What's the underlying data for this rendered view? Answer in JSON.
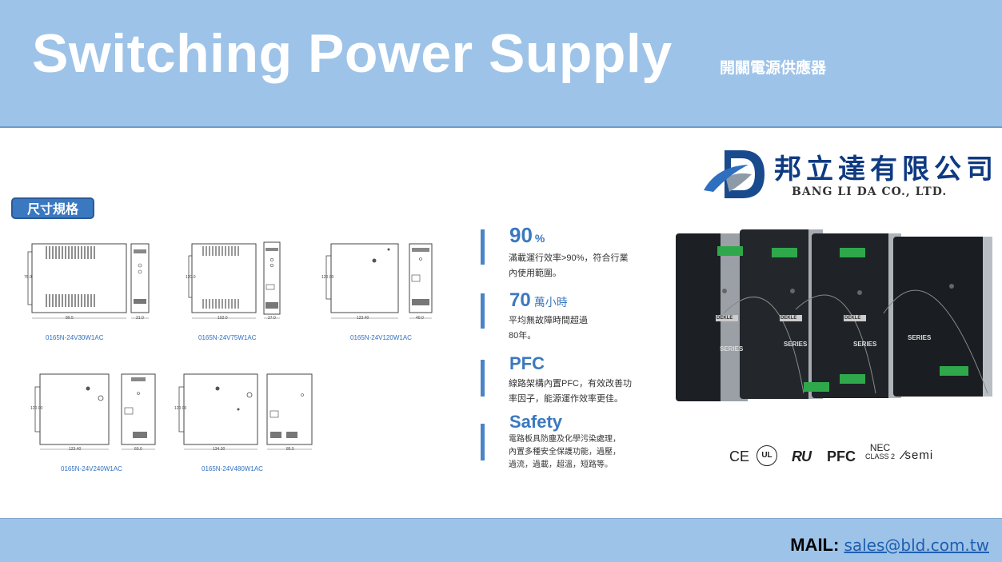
{
  "header": {
    "title": "Switching Power Supply",
    "subtitle": "開關電源供應器"
  },
  "section_badge": "尺寸規格",
  "company": {
    "name_cn": "邦立達有限公司",
    "name_en": "BANG LI DA CO., LTD."
  },
  "drawings": [
    {
      "model": "0165N-24V30W1AC",
      "width_dim": "89.5",
      "side_dim": "21.0",
      "height_dim": "76.0"
    },
    {
      "model": "0165N-24V75W1AC",
      "width_dim": "102.0",
      "side_dim": "27.0",
      "height_dim": "120.0"
    },
    {
      "model": "0165N-24V120W1AC",
      "width_dim": "123.40",
      "side_dim": "40.0",
      "height_dim": "120.00"
    },
    {
      "model": "0165N-24V240W1AC",
      "width_dim": "123.40",
      "side_dim": "60.0",
      "height_dim": "120.00"
    },
    {
      "model": "0165N-24V480W1AC",
      "width_dim": "134.30",
      "side_dim": "85.5",
      "height_dim": "120.00"
    }
  ],
  "features": [
    {
      "title": "90",
      "unit": "%",
      "lines": [
        "滿載運行效率>90%，符合行業",
        "內使用範圍。"
      ]
    },
    {
      "title": "70",
      "unit": "萬小時",
      "lines": [
        "平均無故障時間超過",
        "80年。"
      ]
    },
    {
      "title": "PFC",
      "unit": "",
      "lines": [
        "線路架構內置PFC，有效改善功",
        "率因子，能源運作效率更佳。"
      ]
    },
    {
      "title": "Safety",
      "unit": "",
      "lines": [
        "電路板具防塵及化學污染處理，",
        "內置多種安全保護功能，過壓，",
        "過流，過載，超溫，短路等。"
      ]
    }
  ],
  "product_labels": {
    "series": "SERIES",
    "brand": "DEKLE"
  },
  "certifications": {
    "ce": "CE",
    "ul": "UL",
    "ru": "RU",
    "pfc": "PFC",
    "nec": "NEC",
    "nec_class": "CLASS 2",
    "semi": "semi"
  },
  "footer": {
    "mail_label": "MAIL:",
    "mail_address": "sales@bld.com.tw"
  },
  "colors": {
    "header_bg": "#9ec3e8",
    "accent": "#3b78c0",
    "badge": "#3a78c0",
    "logo": "#0e3a82"
  }
}
